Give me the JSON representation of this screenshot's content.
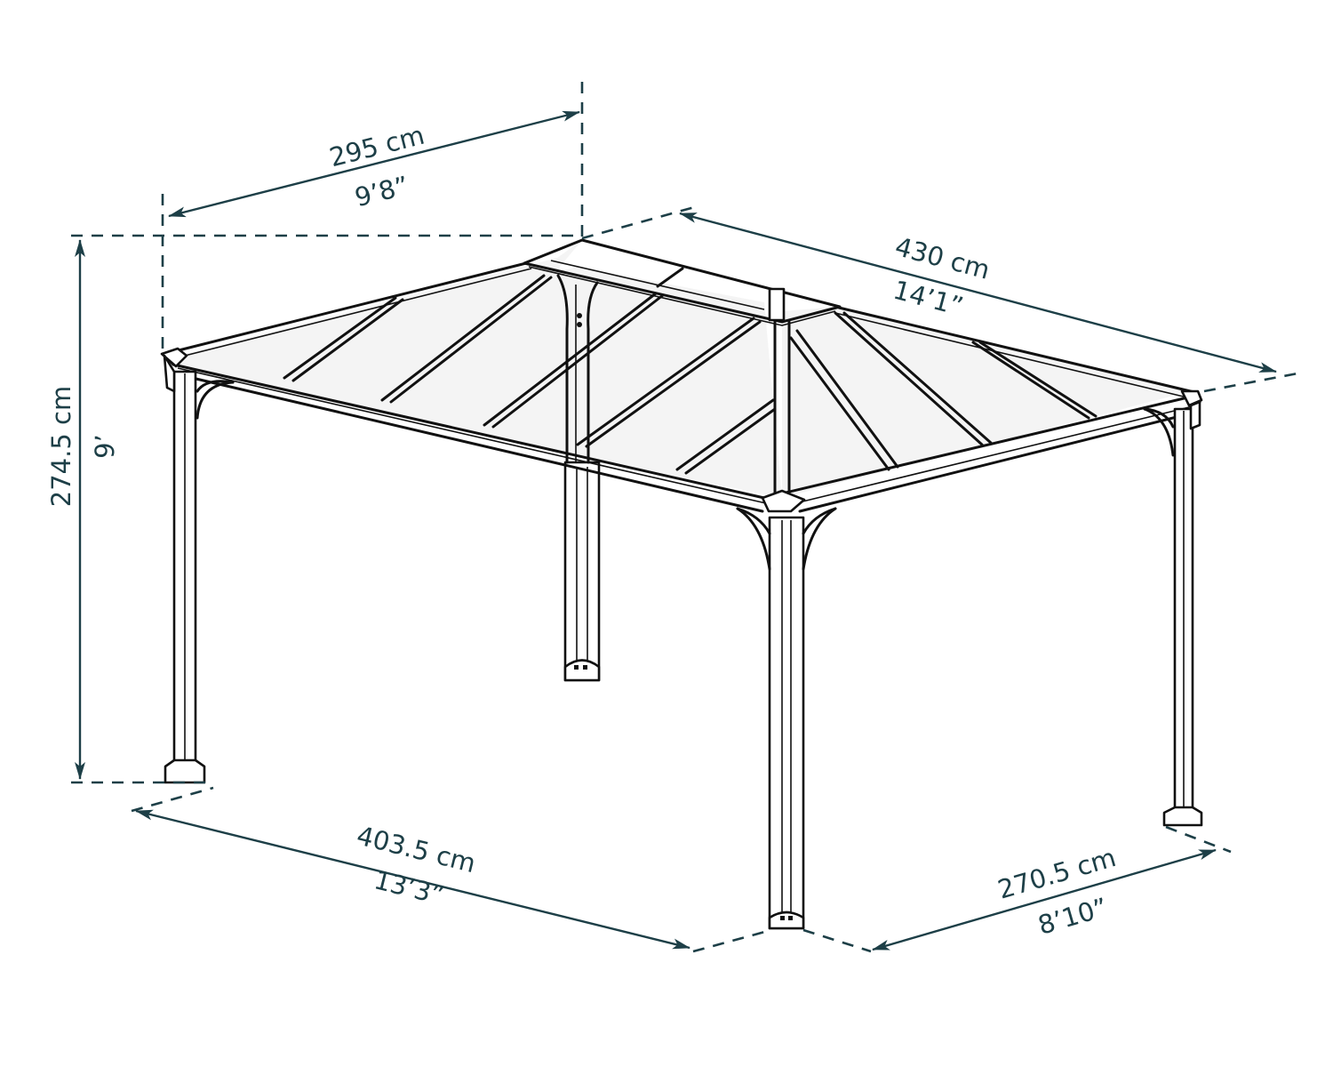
{
  "diagram": {
    "subject": "Gazebo with hip roof and transparent polycarbonate panels",
    "line_color": "#1d3f47",
    "frame_color": "#111111",
    "background": "#ffffff"
  },
  "dimensions": {
    "top_depth": {
      "metric": "295 cm",
      "imperial": "9’8”"
    },
    "top_length": {
      "metric": "430 cm",
      "imperial": "14’1”"
    },
    "height": {
      "metric": "274.5 cm",
      "imperial": "9’"
    },
    "base_length": {
      "metric": "403.5 cm",
      "imperial": "13’3”"
    },
    "base_depth": {
      "metric": "270.5 cm",
      "imperial": "8’10”"
    }
  }
}
